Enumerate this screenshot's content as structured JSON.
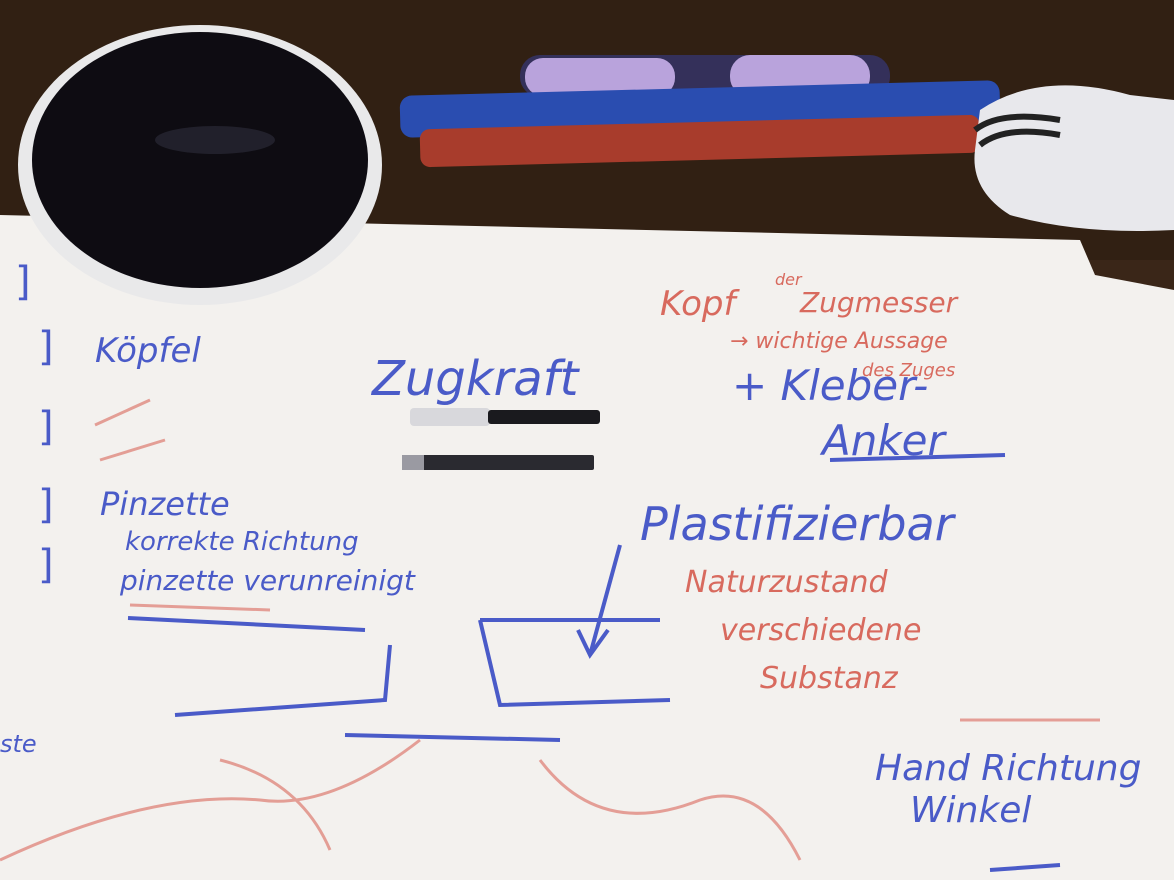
{
  "photo": {
    "subject": "handwritten-notes-on-paper",
    "colors": {
      "table": "#3a2618",
      "paper": "#f3f1ee",
      "blue_ink": "#4a5bc8",
      "red_ink": "#d86a5e"
    },
    "notes": {
      "left_margin": [
        "]",
        "]",
        "]",
        "]",
        "]"
      ],
      "kopfel": "Köpfel",
      "pinzette": "Pinzette",
      "korrekte_richtung": "korrekte Richtung",
      "pinzette_verunreinigt": "pinzette verunreinigt",
      "zugkraft": "Zugkraft",
      "kleber_anker": "+ Kleber-",
      "anker": "Anker",
      "kopf_der_zugmesser": "Kopf",
      "superscript_der": "der",
      "zugmesser": "Zugmesser",
      "wichtige_aussage": "→ wichtige Aussage",
      "des_zuges": "des Zuges",
      "plastifizierbar": "Plastifizierbar",
      "naturzustand": "Naturzustand",
      "verschiedene": "verschiedene",
      "substanz": "Substanz",
      "hand_richtung": "Hand Richtung",
      "winkel": "Winkel",
      "left_edge": "ste"
    }
  }
}
